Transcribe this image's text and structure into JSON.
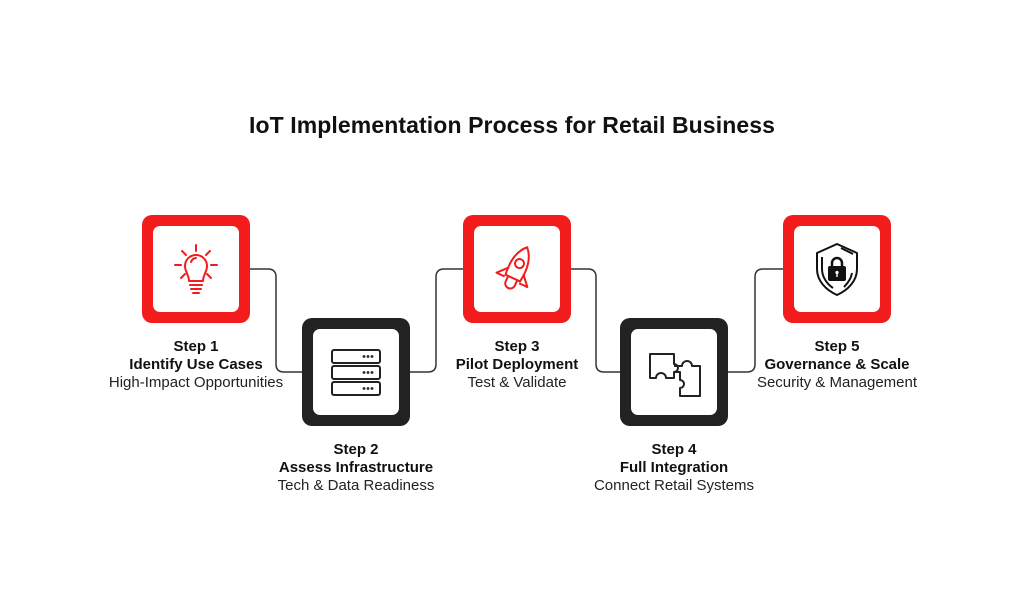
{
  "title": "IoT Implementation Process for Retail Business",
  "colors": {
    "accent": "#f21c1c",
    "dark": "#222222",
    "connector": "#333333",
    "background": "#ffffff"
  },
  "steps": [
    {
      "step": "Step 1",
      "name": "Identify Use Cases",
      "sub": "High-Impact Opportunities",
      "icon": "lightbulb-icon",
      "style": "red",
      "position": "top"
    },
    {
      "step": "Step 2",
      "name": "Assess Infrastructure",
      "sub": "Tech & Data Readiness",
      "icon": "server-stack-icon",
      "style": "dark",
      "position": "bottom"
    },
    {
      "step": "Step 3",
      "name": "Pilot Deployment",
      "sub": "Test & Validate",
      "icon": "rocket-icon",
      "style": "red",
      "position": "top"
    },
    {
      "step": "Step 4",
      "name": "Full Integration",
      "sub": "Connect Retail Systems",
      "icon": "puzzle-icon",
      "style": "dark",
      "position": "bottom"
    },
    {
      "step": "Step 5",
      "name": "Governance & Scale",
      "sub": "Security & Management",
      "icon": "shield-lock-icon",
      "style": "red",
      "position": "top"
    }
  ]
}
